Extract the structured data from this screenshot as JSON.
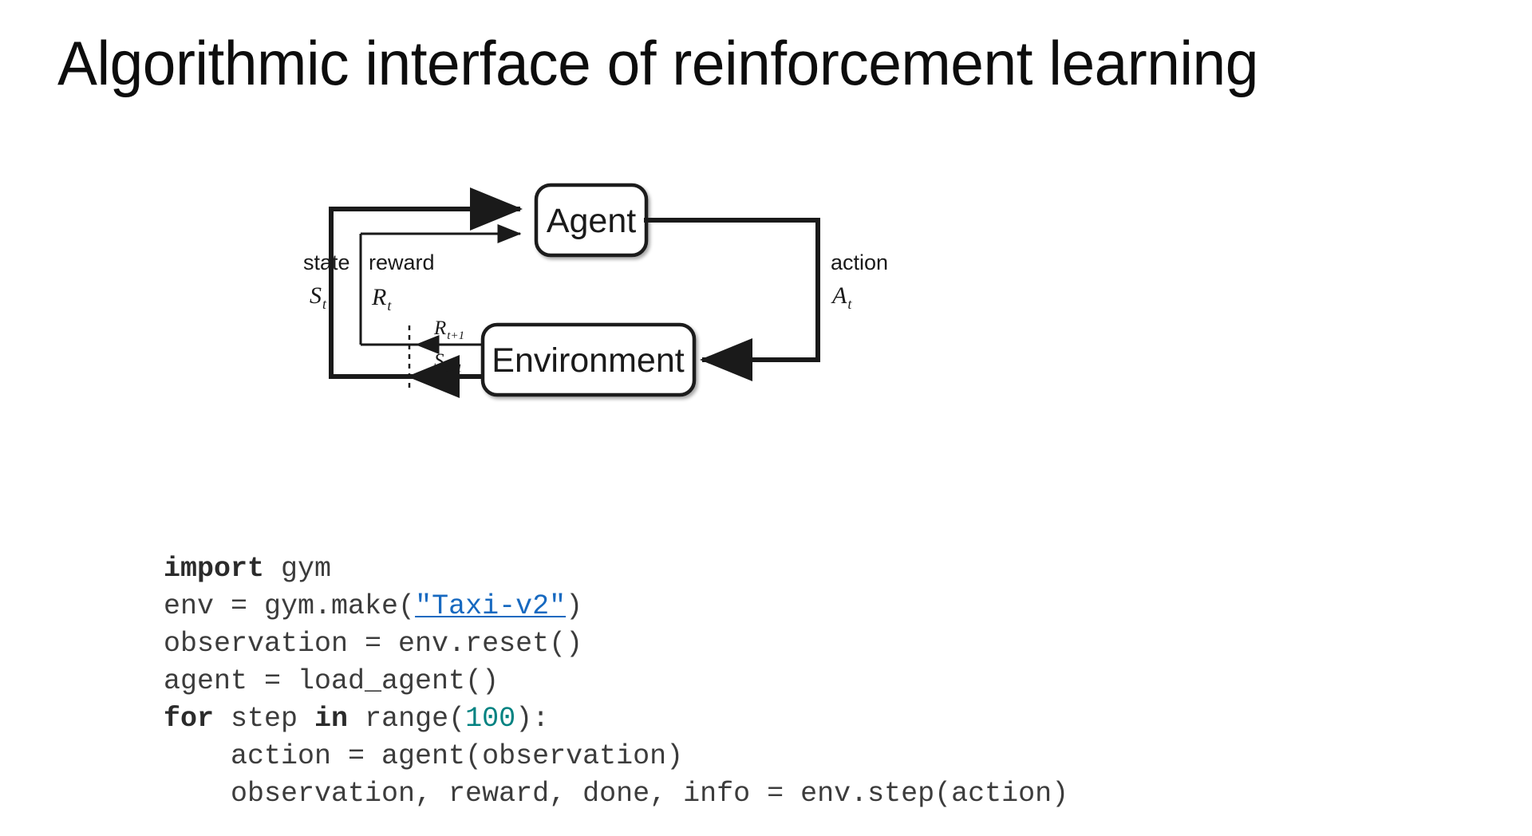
{
  "slide": {
    "title": "Algorithmic interface of reinforcement learning",
    "background_color": "#ffffff"
  },
  "diagram": {
    "name": "agent-environment-interaction-loop",
    "nodes": [
      {
        "id": "agent",
        "label": "Agent"
      },
      {
        "id": "environment",
        "label": "Environment"
      }
    ],
    "edge_labels": {
      "state_word": "state",
      "state_symbol": "S",
      "state_subscript": "t",
      "reward_word": "reward",
      "reward_symbol": "R",
      "reward_subscript": "t",
      "action_word": "action",
      "action_symbol": "A",
      "action_subscript": "t",
      "next_reward_symbol": "R",
      "next_reward_subscript": "t+1",
      "next_state_symbol": "S",
      "next_state_subscript": "t+1"
    },
    "stroke_color": "#1a1a1a"
  },
  "code": {
    "language": "python",
    "link_color": "#1769c0",
    "number_color": "#018281",
    "text_color": "#3c3c3c",
    "lines": [
      {
        "tokens": [
          {
            "t": "import",
            "s": "kw"
          },
          {
            "t": " gym",
            "s": ""
          }
        ]
      },
      {
        "tokens": [
          {
            "t": "env = gym.make(",
            "s": ""
          },
          {
            "t": "\"Taxi-v2\"",
            "s": "lnk"
          },
          {
            "t": ")",
            "s": ""
          }
        ]
      },
      {
        "tokens": [
          {
            "t": "observation = env.reset()",
            "s": ""
          }
        ]
      },
      {
        "tokens": [
          {
            "t": "agent = load_agent()",
            "s": ""
          }
        ]
      },
      {
        "tokens": [
          {
            "t": "for",
            "s": "kw"
          },
          {
            "t": " step ",
            "s": ""
          },
          {
            "t": "in",
            "s": "kw"
          },
          {
            "t": " range(",
            "s": ""
          },
          {
            "t": "100",
            "s": "num"
          },
          {
            "t": "):",
            "s": ""
          }
        ]
      },
      {
        "tokens": [
          {
            "t": "    action = agent(observation)",
            "s": ""
          }
        ]
      },
      {
        "tokens": [
          {
            "t": "    observation, reward, done, info = env.step(action)",
            "s": ""
          }
        ]
      }
    ]
  }
}
